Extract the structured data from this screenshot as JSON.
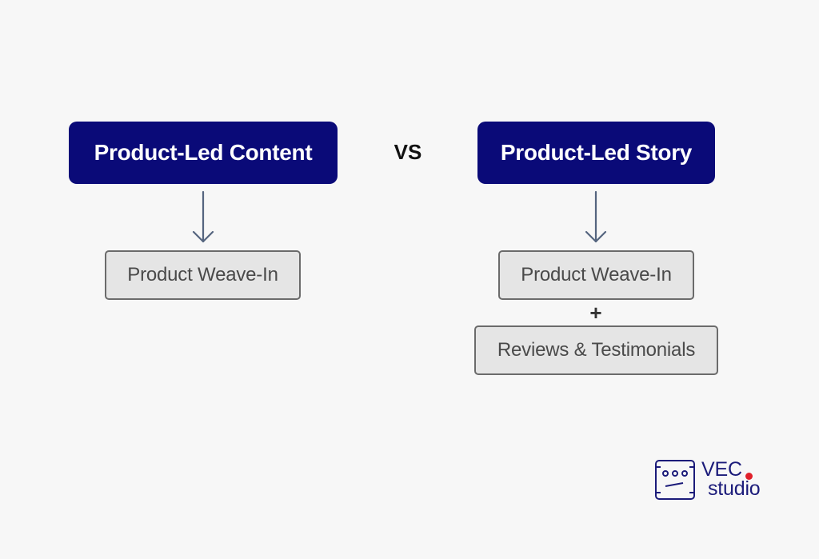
{
  "diagram": {
    "left": {
      "heading": "Product-Led Content",
      "items": [
        "Product Weave-In"
      ]
    },
    "separator": "VS",
    "right": {
      "heading": "Product-Led Story",
      "items": [
        "Product Weave-In",
        "Reviews & Testimonials"
      ],
      "joiner": "+"
    }
  },
  "brand": {
    "name_line1": "VEC",
    "name_line2": "studio",
    "icon": "robot-face-icon",
    "colors": {
      "heading_bg": "#0a0a78",
      "box_bg": "#e5e5e5",
      "box_border": "#6b6b6b",
      "arrow": "#55657f",
      "brand": "#1b1b7a",
      "dot": "#e0202a"
    }
  }
}
